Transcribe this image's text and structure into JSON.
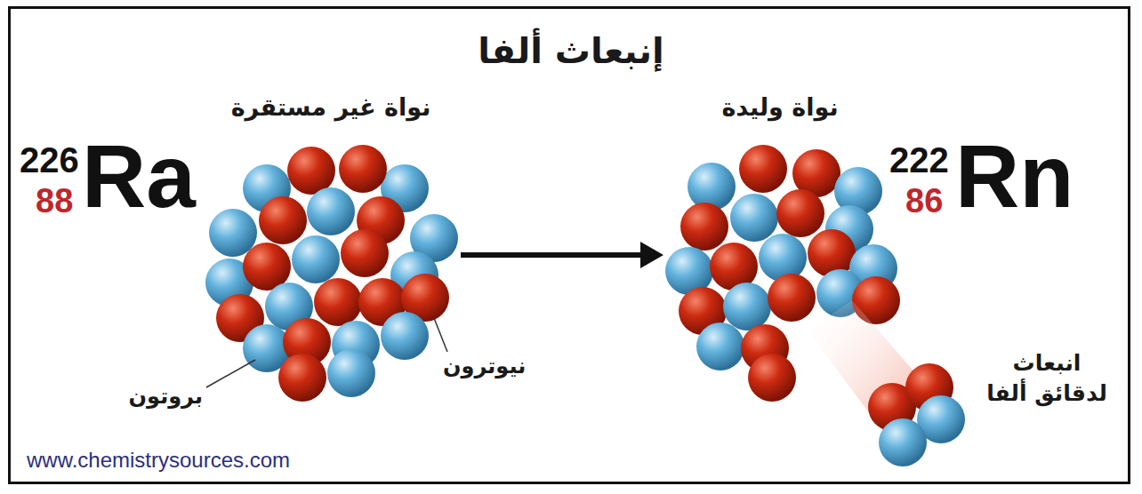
{
  "diagram": {
    "title": "إنبعاث ألفا",
    "nodes": [
      {
        "text": [
          "نواة غير مستقرة"
        ]
      },
      {
        "text": [
          "نواة وليدة"
        ]
      }
    ],
    "edges": [
      {
        "from": 0,
        "to": 1,
        "arrow": "to"
      }
    ],
    "labels": [
      "226",
      "88",
      "Ra",
      "222",
      "86",
      "Rn",
      "بروتون",
      "نيوترون",
      "انبعاث لدقائق ألفا",
      "www.chemistrysources.com"
    ]
  }
}
